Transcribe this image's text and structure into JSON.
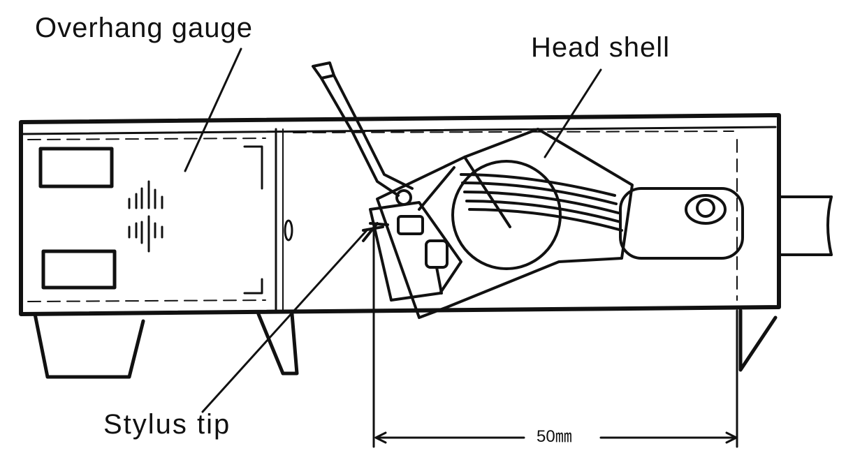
{
  "labels": {
    "overhang_gauge": "Overhang gauge",
    "head_shell": "Head shell",
    "stylus_tip": "Stylus tip",
    "dimension": "50㎜"
  },
  "colors": {
    "ink": "#111111",
    "paper": "#ffffff"
  }
}
